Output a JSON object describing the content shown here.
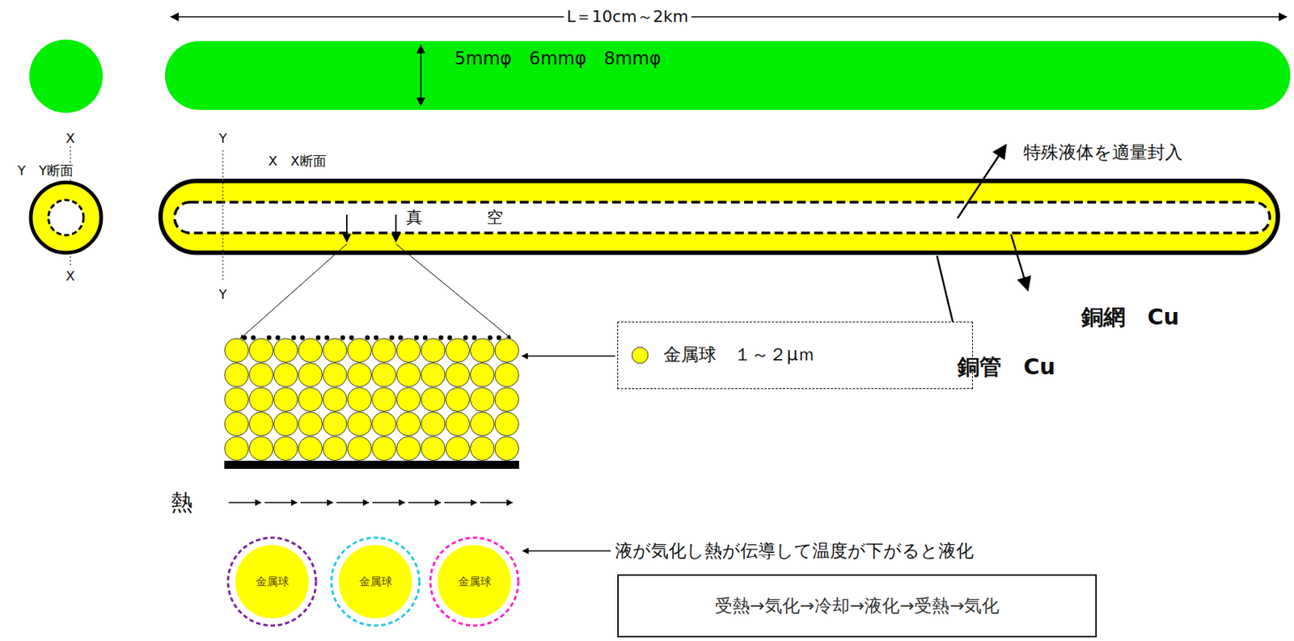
{
  "diagram": {
    "nodes": [
      {
        "text": [
          "5mmφ　6mmφ　8mmφ"
        ]
      },
      {
        "text": [
          "金属球　１～２μｍ"
        ]
      },
      {
        "text": [
          "金属球"
        ]
      },
      {
        "text": [
          "金属球"
        ]
      },
      {
        "text": [
          "金属球"
        ]
      },
      {
        "text": [
          "受熱→気化→冷却→液化→受熱→気化"
        ]
      }
    ],
    "labels": [
      "L＝10cm～2km",
      "X",
      "Y　Y断面",
      "X",
      "Y",
      "X　X断面",
      "Y",
      "特殊液体を適量封入",
      "真　　　　空",
      "銅網　Cu",
      "銅管　Cu",
      "熱",
      "液が気化し熱が伝導して温度が下がると液化"
    ]
  }
}
